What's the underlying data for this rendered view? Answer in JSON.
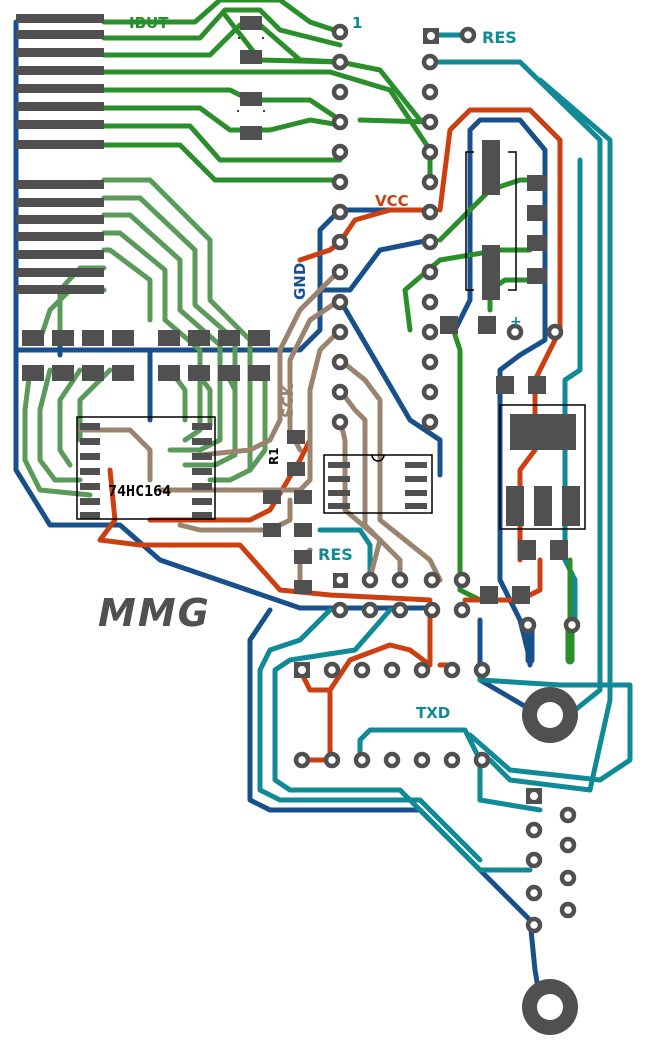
{
  "labels": {
    "ibut": "IBUT",
    "pin1": "1",
    "res_top": "RES",
    "vcc": "VCC",
    "gnd": "GND",
    "plus": "+",
    "sck": "SCK",
    "r1": "R1",
    "ic": "74HC164",
    "res_mid": "RES",
    "logo": "MMG",
    "txd": "TXD"
  },
  "colors": {
    "blue": "#17508a",
    "teal": "#0f8a96",
    "green": "#2a8f2a",
    "sage": "#5a9a5a",
    "orange": "#cc3f10",
    "tan": "#9a8470",
    "pad": "#505050",
    "outline": "#000000"
  }
}
